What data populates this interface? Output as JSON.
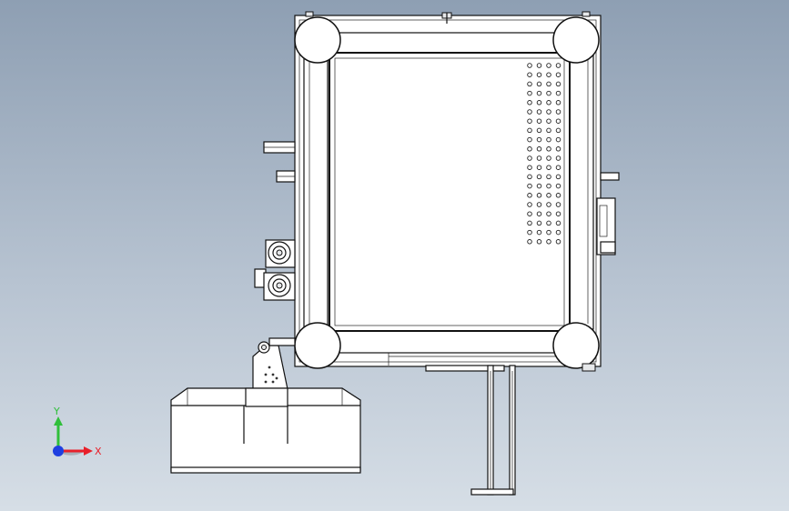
{
  "view": {
    "background_top": "#8e9fb3",
    "background_bottom": "#d6dee6"
  },
  "triad": {
    "x_label": "X",
    "y_label": "Y",
    "x_color": "#e8202a",
    "y_color": "#2fbf3a",
    "z_color": "#1f3fe0"
  },
  "perforation": {
    "rows": 20,
    "cols": 4
  }
}
